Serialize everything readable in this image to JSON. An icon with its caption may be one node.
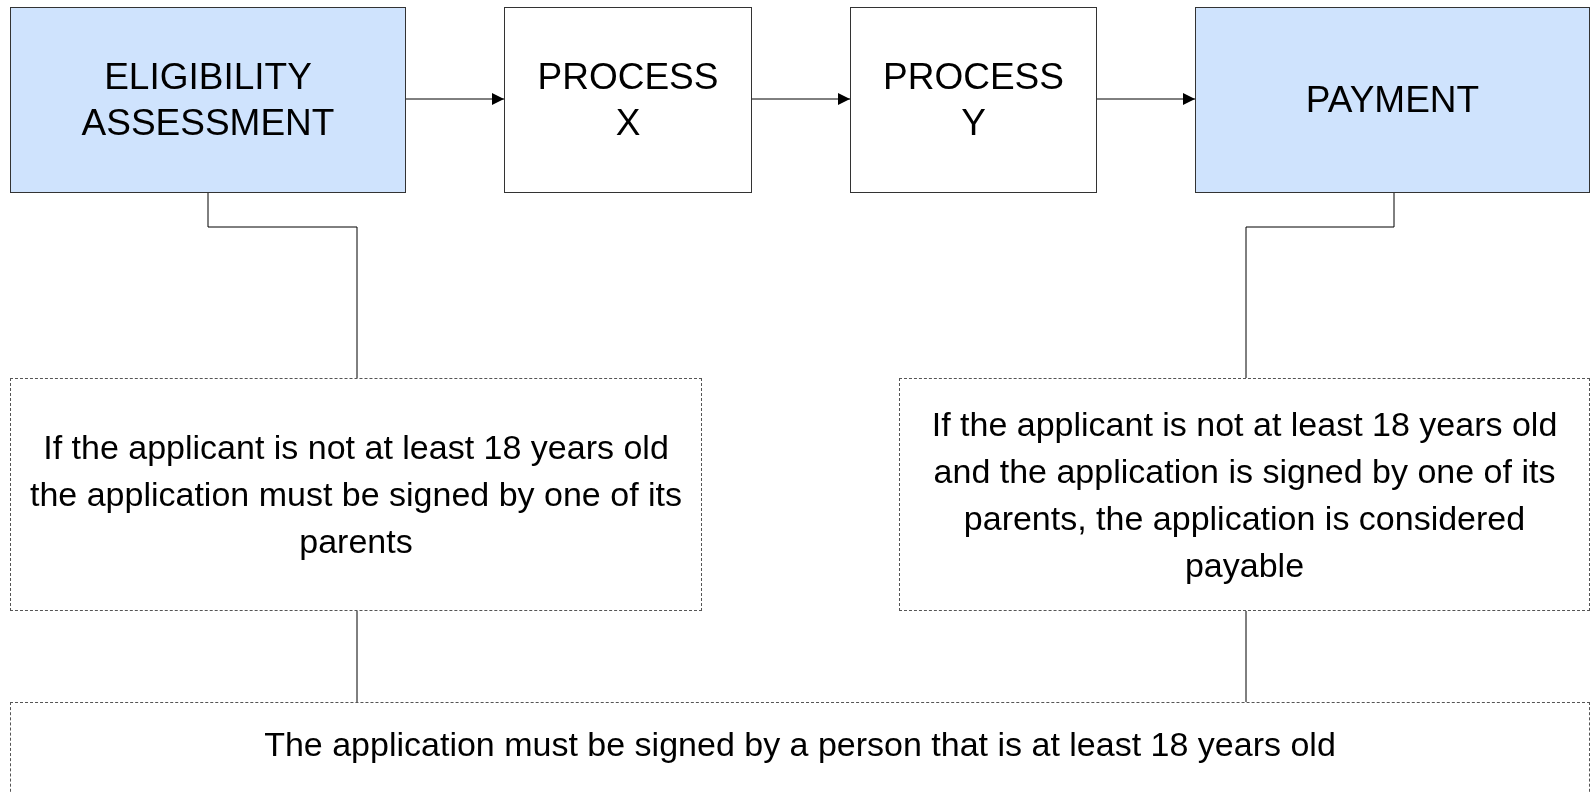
{
  "diagram": {
    "nodes": [
      {
        "text": [
          "ELIGIBILITY ASSESSMENT"
        ]
      },
      {
        "text": [
          "PROCESS X"
        ]
      },
      {
        "text": [
          "PROCESS Y"
        ]
      },
      {
        "text": [
          "PAYMENT"
        ]
      },
      {
        "text": [
          "If the applicant is not at least 18 years old",
          "the application must be signed by one of its parents"
        ]
      },
      {
        "text": [
          "If the applicant is not at least 18 years old and the application is signed by one of its parents, the application is considered payable"
        ]
      },
      {
        "text": [
          "The application must be signed by a person that is at least 18 years old"
        ]
      }
    ],
    "edges": [
      {
        "from": 0,
        "to": 1,
        "arrow": "to"
      },
      {
        "from": 1,
        "to": 2,
        "arrow": "to"
      },
      {
        "from": 2,
        "to": 3,
        "arrow": "to"
      },
      {
        "from": 0,
        "to": 4,
        "arrow": "none"
      },
      {
        "from": 3,
        "to": 5,
        "arrow": "none"
      },
      {
        "from": 4,
        "to": 6,
        "arrow": "none"
      },
      {
        "from": 5,
        "to": 6,
        "arrow": "none"
      }
    ]
  }
}
